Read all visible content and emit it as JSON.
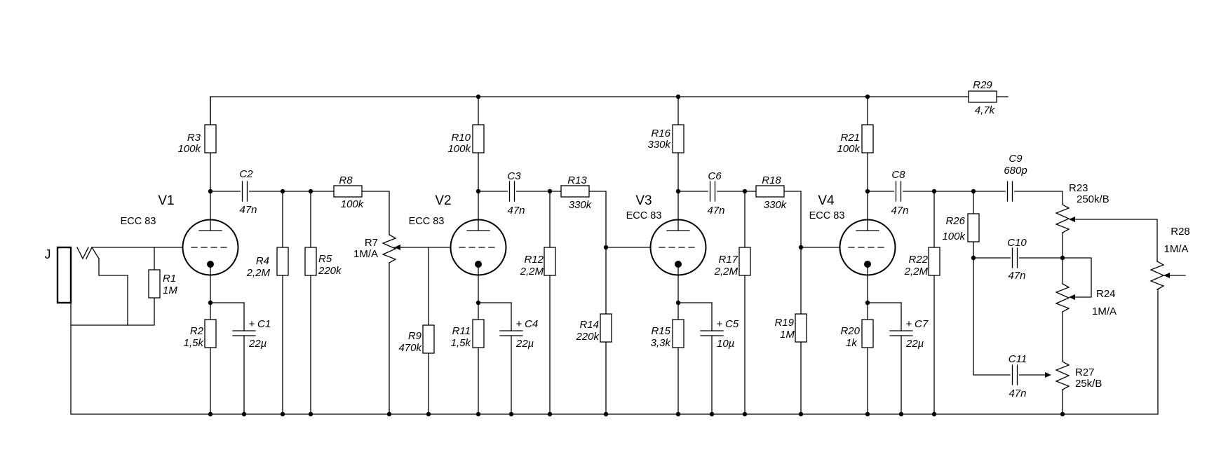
{
  "title": "Four-stage ECC 83 tube preamplifier with tone stack",
  "colors": {
    "ink": "#000000",
    "background": "#ffffff"
  },
  "jack": {
    "ref": "J"
  },
  "tubes": [
    {
      "ref": "V1",
      "type": "ECC 83"
    },
    {
      "ref": "V2",
      "type": "ECC 83"
    },
    {
      "ref": "V3",
      "type": "ECC 83"
    },
    {
      "ref": "V4",
      "type": "ECC 83"
    }
  ],
  "resistors": {
    "R1": {
      "ref": "R1",
      "value": "1M"
    },
    "R2": {
      "ref": "R2",
      "value": "1,5k"
    },
    "R3": {
      "ref": "R3",
      "value": "100k"
    },
    "R4": {
      "ref": "R4",
      "value": "2,2M"
    },
    "R5": {
      "ref": "R5",
      "value": "220k"
    },
    "R8": {
      "ref": "R8",
      "value": "100k"
    },
    "R9": {
      "ref": "R9",
      "value": "470k"
    },
    "R10": {
      "ref": "R10",
      "value": "100k"
    },
    "R11": {
      "ref": "R11",
      "value": "1,5k"
    },
    "R12": {
      "ref": "R12",
      "value": "2,2M"
    },
    "R13": {
      "ref": "R13",
      "value": "330k"
    },
    "R14": {
      "ref": "R14",
      "value": "220k"
    },
    "R15": {
      "ref": "R15",
      "value": "3,3k"
    },
    "R16": {
      "ref": "R16",
      "value": "330k"
    },
    "R17": {
      "ref": "R17",
      "value": "2,2M"
    },
    "R18": {
      "ref": "R18",
      "value": "330k"
    },
    "R19": {
      "ref": "R19",
      "value": "1M"
    },
    "R20": {
      "ref": "R20",
      "value": "1k"
    },
    "R21": {
      "ref": "R21",
      "value": "100k"
    },
    "R22": {
      "ref": "R22",
      "value": "2,2M"
    },
    "R26": {
      "ref": "R26",
      "value": "100k"
    },
    "R29": {
      "ref": "R29",
      "value": "4,7k"
    }
  },
  "potentiometers": {
    "R7": {
      "ref": "R7",
      "value": "1M/A"
    },
    "R23": {
      "ref": "R23",
      "value": "250k/B"
    },
    "R24": {
      "ref": "R24",
      "value": "1M/A"
    },
    "R27": {
      "ref": "R27",
      "value": "25k/B"
    },
    "R28": {
      "ref": "R28",
      "value": "1M/A"
    }
  },
  "capacitors": {
    "C2": {
      "ref": "C2",
      "value": "47n"
    },
    "C3": {
      "ref": "C3",
      "value": "47n"
    },
    "C6": {
      "ref": "C6",
      "value": "47n"
    },
    "C8": {
      "ref": "C8",
      "value": "47n"
    },
    "C9": {
      "ref": "C9",
      "value": "680p"
    },
    "C10": {
      "ref": "C10",
      "value": "47n"
    },
    "C11": {
      "ref": "C11",
      "value": "47n"
    }
  },
  "electrolytics": {
    "C1": {
      "ref": "C1",
      "value": "22µ",
      "polarity": "+"
    },
    "C4": {
      "ref": "C4",
      "value": "22µ",
      "polarity": "+"
    },
    "C5": {
      "ref": "C5",
      "value": "10µ",
      "polarity": "+"
    },
    "C7": {
      "ref": "C7",
      "value": "22µ",
      "polarity": "+"
    }
  }
}
